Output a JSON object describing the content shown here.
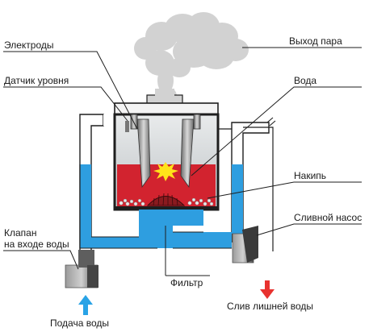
{
  "labels": {
    "electrodes": "Электроды",
    "level_sensor": "Датчик уровня",
    "inlet_valve_line1": "Клапан",
    "inlet_valve_line2": "на входе воды",
    "water_supply": "Подача воды",
    "steam_outlet": "Выход пара",
    "water": "Вода",
    "scale": "Накипь",
    "drain_pump": "Сливной насос",
    "filter": "Фильтр",
    "excess_drain": "Слив лишней воды"
  },
  "colors": {
    "water": "#2e9ee0",
    "heated_water": "#d2232f",
    "tank_interior": "#cfd3d6",
    "tank_frame": "#1e1e1e",
    "steam": "#d2d2d2",
    "inlet_arrow": "#29a3e6",
    "drain_arrow": "#e8322f",
    "spark": "#ffe21a",
    "valve": "#6f6f6f"
  },
  "icons": {
    "inlet_arrow": "arrow-up-icon",
    "drain_arrow": "arrow-down-icon",
    "spark": "spark-icon",
    "steam": "steam-cloud-icon"
  }
}
